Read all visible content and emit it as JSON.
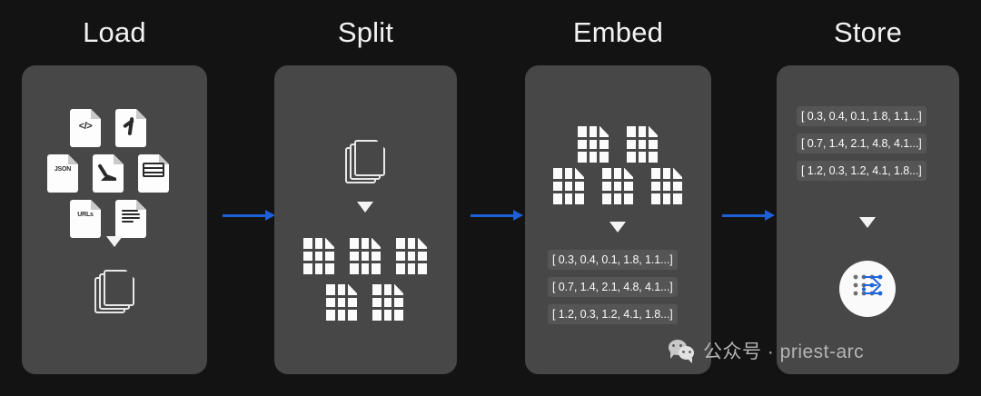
{
  "theme": {
    "page_bg": "#131313",
    "panel_bg": "#474747",
    "title_color": "#f2f2f2",
    "accent_blue": "#1d5fd6",
    "icon_white": "#fbfbfb",
    "vector_chip_bg": "#555555"
  },
  "stages": [
    {
      "title": "Load",
      "name": "load",
      "source_files": [
        {
          "label": "</>",
          "icon": "code-file-icon"
        },
        {
          "label": "",
          "icon": "pdf-file-icon"
        },
        {
          "label": "JSON",
          "icon": "json-file-icon"
        },
        {
          "label": "",
          "icon": "image-file-icon"
        },
        {
          "label": "",
          "icon": "table-file-icon"
        },
        {
          "label": "URLs",
          "icon": "urls-file-icon"
        },
        {
          "label": "",
          "icon": "text-file-icon"
        }
      ],
      "arrow": "down-triangle-icon",
      "output": "document-stack-icon"
    },
    {
      "title": "Split",
      "name": "split",
      "input": "document-stack-icon",
      "arrow": "down-triangle-icon",
      "chunks": 5,
      "chunk_icon": "document-chunk-icon"
    },
    {
      "title": "Embed",
      "name": "embed",
      "chunks": 5,
      "chunk_icon": "document-chunk-icon",
      "arrow": "down-triangle-icon",
      "vectors": [
        "[ 0.3, 0.4, 0.1, 1.8, 1.1...]",
        "[ 0.7, 1.4, 2.1, 4.8, 4.1...]",
        "[ 1.2, 0.3, 1.2, 4.1, 1.8...]"
      ]
    },
    {
      "title": "Store",
      "name": "store",
      "vectors": [
        "[ 0.3, 0.4, 0.1, 1.8, 1.1...]",
        "[ 0.7, 1.4, 2.1, 4.8, 4.1...]",
        "[ 1.2, 0.3, 1.2, 4.1, 1.8...]"
      ],
      "arrow": "down-triangle-icon",
      "output": "vector-database-logo"
    }
  ],
  "connectors": [
    {
      "name": "connector-load-to-split",
      "icon": "arrow-right-icon"
    },
    {
      "name": "connector-split-to-embed",
      "icon": "arrow-right-icon"
    },
    {
      "name": "connector-embed-to-store",
      "icon": "arrow-right-icon"
    }
  ],
  "watermark": {
    "icon": "wechat-icon",
    "text": "公众号 · priest-arc"
  }
}
